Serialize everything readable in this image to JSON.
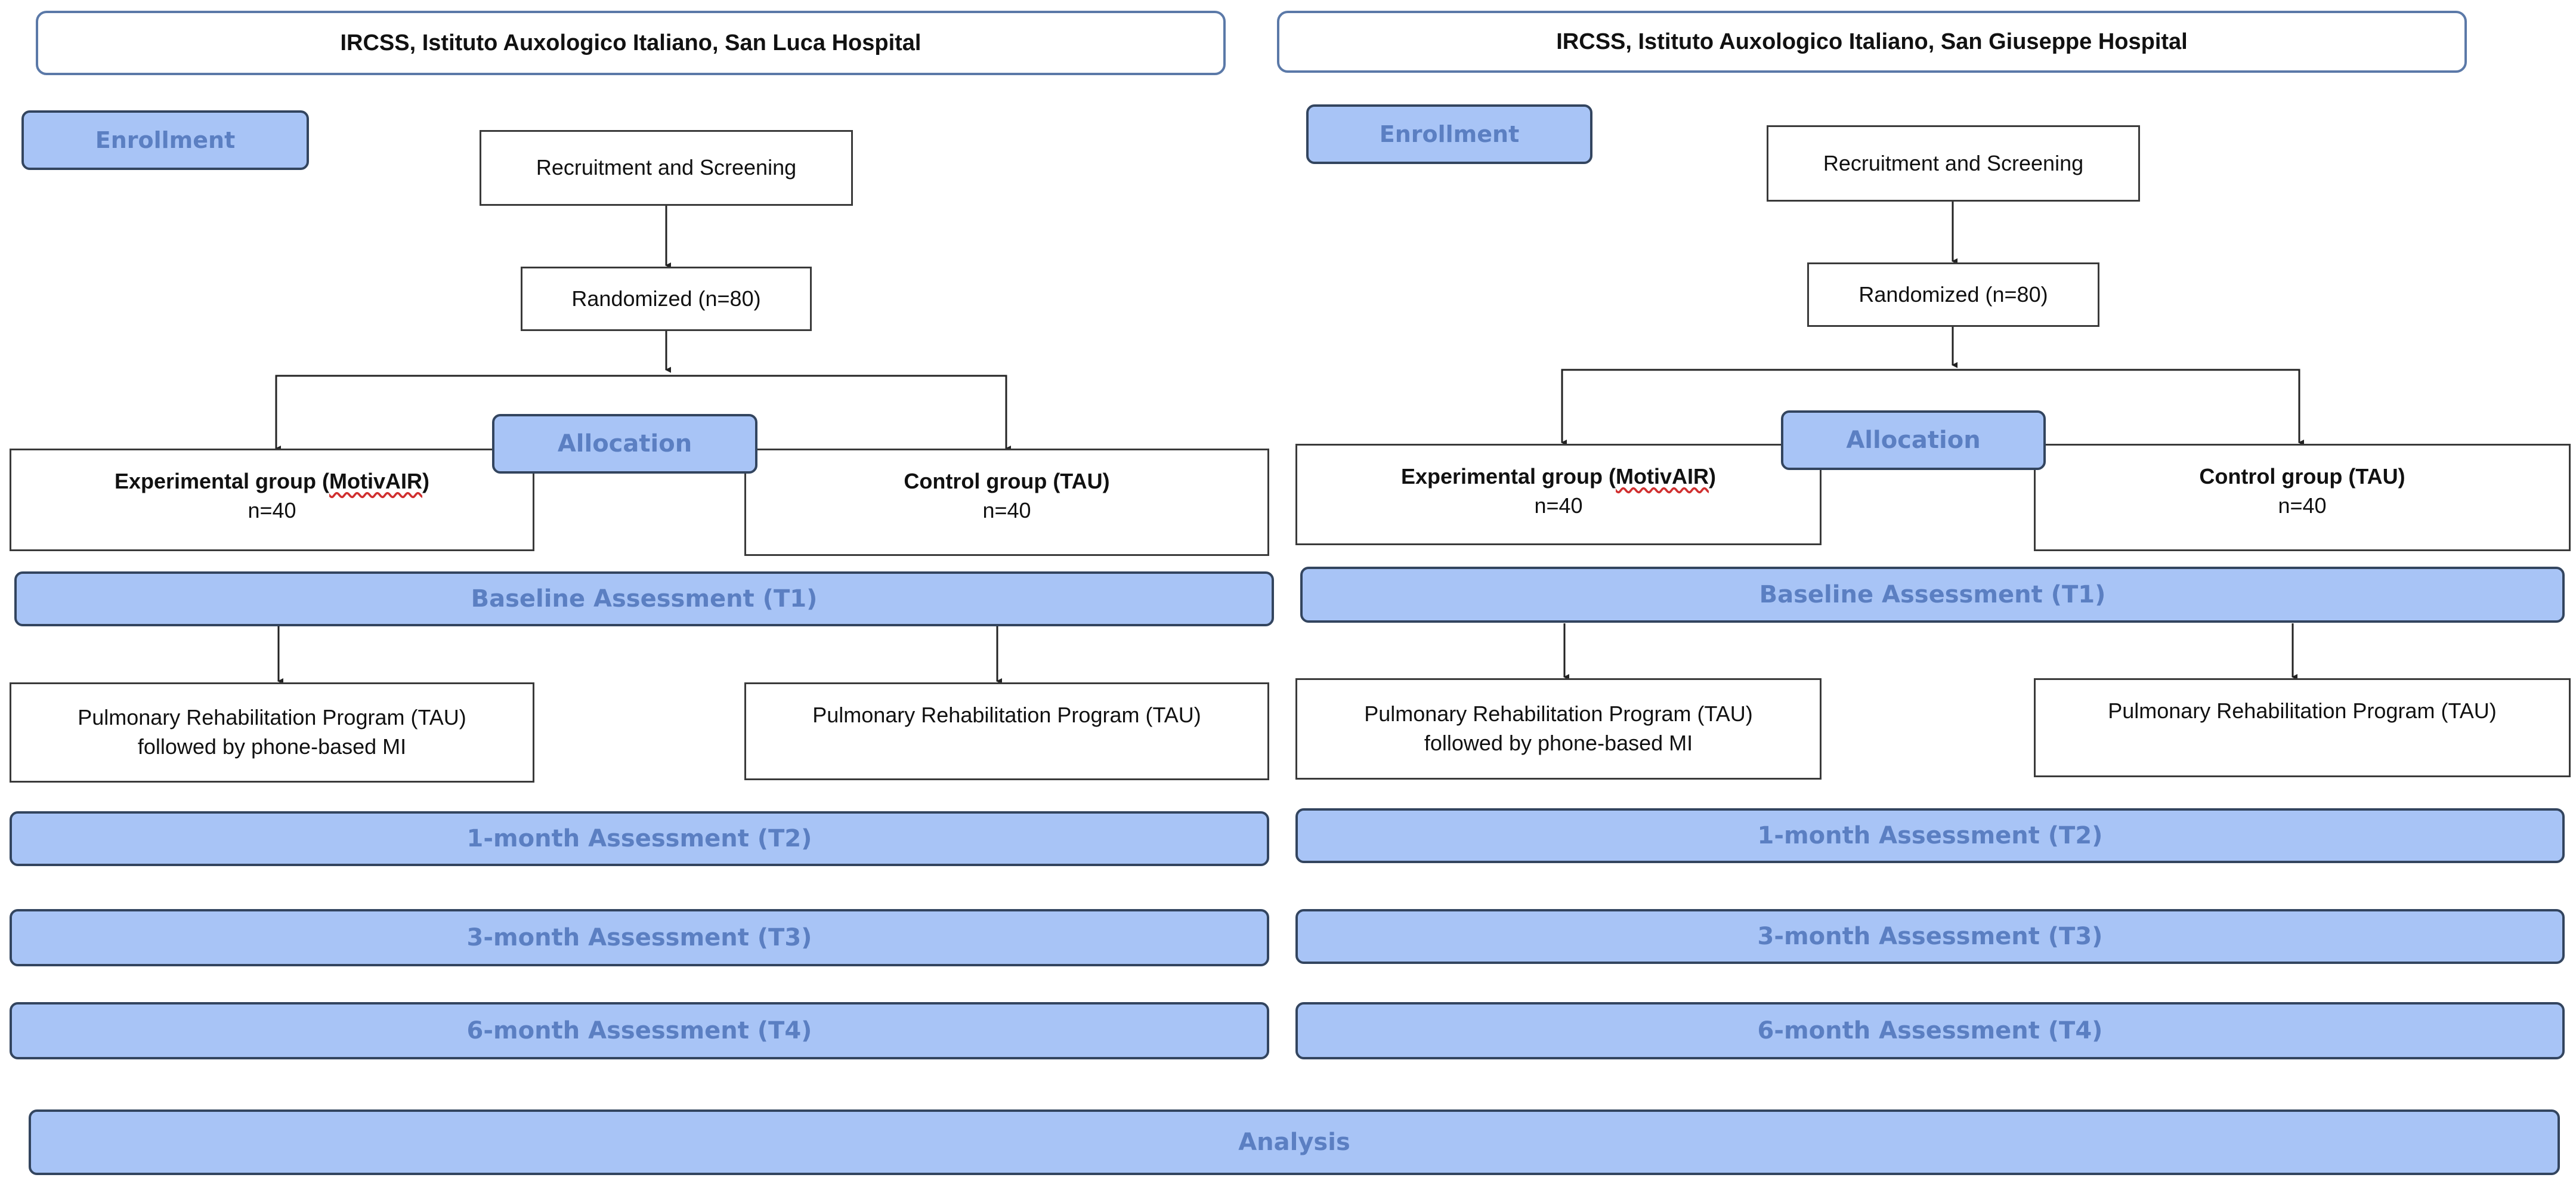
{
  "hospitals": {
    "left": "IRCSS, Istituto Auxologico Italiano, San Luca Hospital",
    "right": "IRCSS, Istituto Auxologico Italiano, San Giuseppe Hospital"
  },
  "labels": {
    "enrollment": "Enrollment",
    "recruitment": "Recruitment and Screening",
    "randomized": "Randomized (n=80)",
    "allocation": "Allocation",
    "experimental_title_prefix": "Experimental group (",
    "experimental_title_word": "MotivAIR",
    "experimental_title_suffix": ")",
    "experimental_n": "n=40",
    "control_title": "Control group (TAU)",
    "control_n": "n=40",
    "baseline": "Baseline Assessment (T1)",
    "prp_line1": "Pulmonary Rehabilitation Program (TAU)",
    "prp_line2": "followed by phone-based MI",
    "prp_control": "Pulmonary Rehabilitation Program (TAU)",
    "t2": "1-month Assessment (T2)",
    "t3": "3-month Assessment (T3)",
    "t4": "6-month Assessment (T4)",
    "analysis": "Analysis"
  },
  "colors": {
    "band_fill": "#a8c4f6",
    "band_text": "#5b7fc2",
    "band_border": "#33455f",
    "hospital_border": "#5b79a8"
  }
}
